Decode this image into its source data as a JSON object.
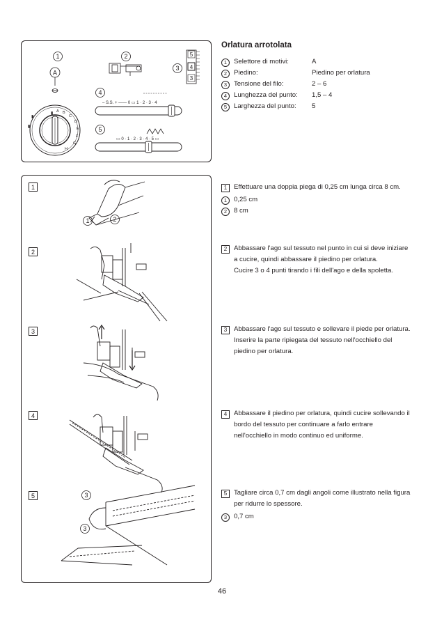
{
  "title": "Orlatura arrotolata",
  "settings": [
    {
      "n": "1",
      "label": "Selettore di motivi:",
      "value": "A"
    },
    {
      "n": "2",
      "label": "Piedino:",
      "value": "Piedino per orlatura"
    },
    {
      "n": "3",
      "label": "Tensione del filo:",
      "value": "2 – 6"
    },
    {
      "n": "4",
      "label": "Lunghezza del punto:",
      "value": "1,5 – 4"
    },
    {
      "n": "5",
      "label": "Larghezza del punto:",
      "value": "5"
    }
  ],
  "panel": {
    "callouts": [
      "1",
      "2",
      "3",
      "4",
      "5"
    ],
    "pattern_letter": "A",
    "dial_letters": [
      "A",
      "B",
      "C",
      "D",
      "E",
      "F",
      "G",
      "H"
    ],
    "tension_numbers": [
      "5",
      "4",
      "3"
    ],
    "length_scale": "– S.S. +  ——  0  ▭ 1 · 2 · 3 · 4",
    "width_scale": "▭ 0 · 1 · 2 · 3 · 4 · 5 ▭"
  },
  "steps": [
    {
      "n": "1",
      "lines": [
        "Effettuare una doppia piega di 0,25 cm lunga circa 8 cm."
      ],
      "notes": [
        {
          "n": "1",
          "text": "0,25 cm"
        },
        {
          "n": "2",
          "text": "8 cm"
        }
      ],
      "callouts": [
        "1",
        "2"
      ]
    },
    {
      "n": "2",
      "lines": [
        "Abbassare l'ago sul tessuto nel punto in cui si deve iniziare",
        "a cucire, quindi abbassare il piedino per orlatura.",
        "Cucire 3 o 4 punti tirando i fili dell'ago e della spoletta."
      ],
      "notes": []
    },
    {
      "n": "3",
      "lines": [
        "Abbassare l'ago sul tessuto e sollevare il piede per orlatura.",
        "Inserire la parte ripiegata del tessuto nell'occhiello del",
        "piedino per orlatura."
      ],
      "notes": []
    },
    {
      "n": "4",
      "lines": [
        "Abbassare il piedino per orlatura, quindi cucire sollevando il",
        "bordo del tessuto per continuare a farlo entrare",
        "nell'occhiello in modo continuo ed uniforme."
      ],
      "notes": []
    },
    {
      "n": "5",
      "lines": [
        "Tagliare circa 0,7 cm dagli angoli come illustrato nella figura",
        "per ridurre lo spessore."
      ],
      "notes": [
        {
          "n": "3",
          "text": "0,7 cm"
        }
      ],
      "callouts": [
        "3",
        "3"
      ]
    }
  ],
  "page_number": "46"
}
